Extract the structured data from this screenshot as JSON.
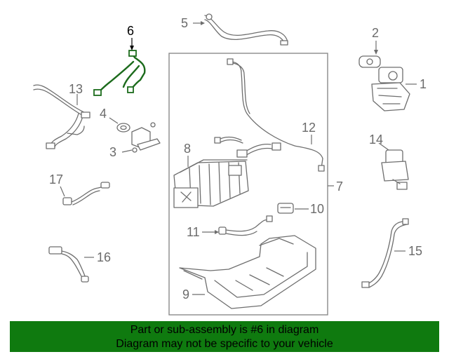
{
  "callouts": {
    "c1": "1",
    "c2": "2",
    "c3": "3",
    "c4": "4",
    "c5": "5",
    "c6": "6",
    "c7": "7",
    "c8": "8",
    "c9": "9",
    "c10": "10",
    "c11": "11",
    "c12": "12",
    "c13": "13",
    "c14": "14",
    "c15": "15",
    "c16": "16",
    "c17": "17"
  },
  "highlighted_callout": "6",
  "colors": {
    "banner_bg": "#0f7a0f",
    "highlight": "#1c6b1c",
    "line_art": "#6e6e6e"
  },
  "banner": {
    "line1": "Part or sub-assembly is #6 in diagram",
    "line2": "Diagram may not be specific to your vehicle"
  }
}
